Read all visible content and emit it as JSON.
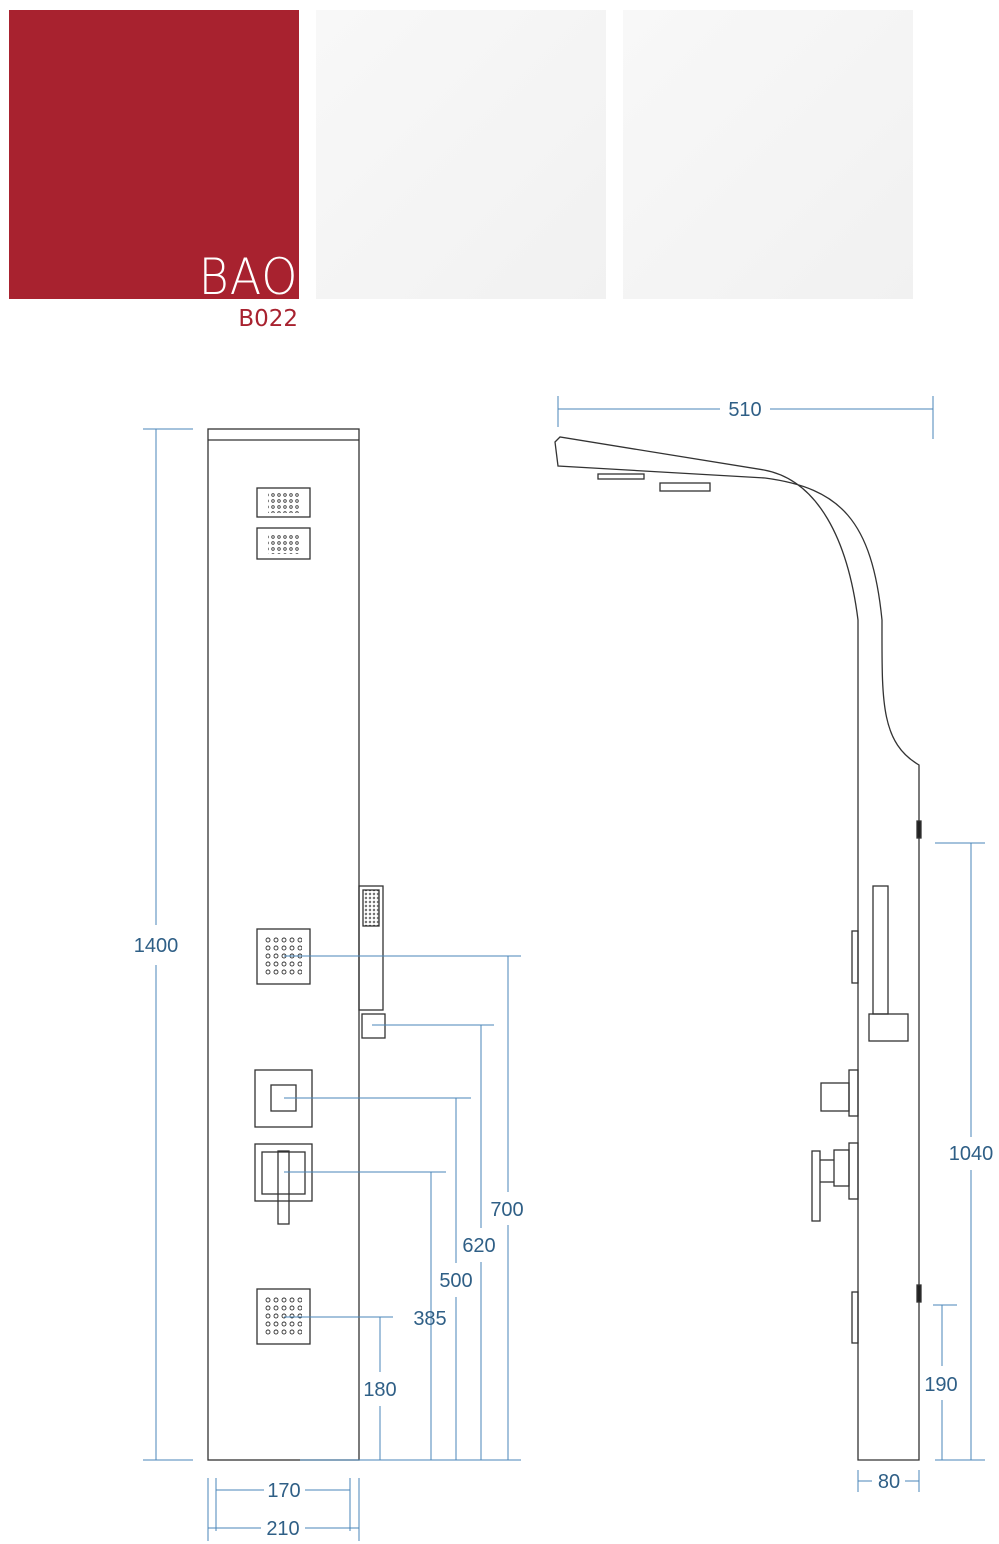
{
  "brand": {
    "name": "BAO",
    "code": "B022"
  },
  "colors": {
    "brand_red": "#a8222f",
    "swatch_white": "#f4f4f4",
    "dimension": "#3c7fb1",
    "outline": "#333333"
  },
  "front_view": {
    "dimensions": {
      "height": "1400",
      "inner_width": "170",
      "width": "210",
      "jet_upper": "700",
      "handshower_holder": "620",
      "diverter": "500",
      "mixer": "385",
      "jet_lower": "180"
    }
  },
  "side_view": {
    "dimensions": {
      "projection": "510",
      "upper": "1040",
      "lower": "190",
      "depth": "80"
    }
  }
}
